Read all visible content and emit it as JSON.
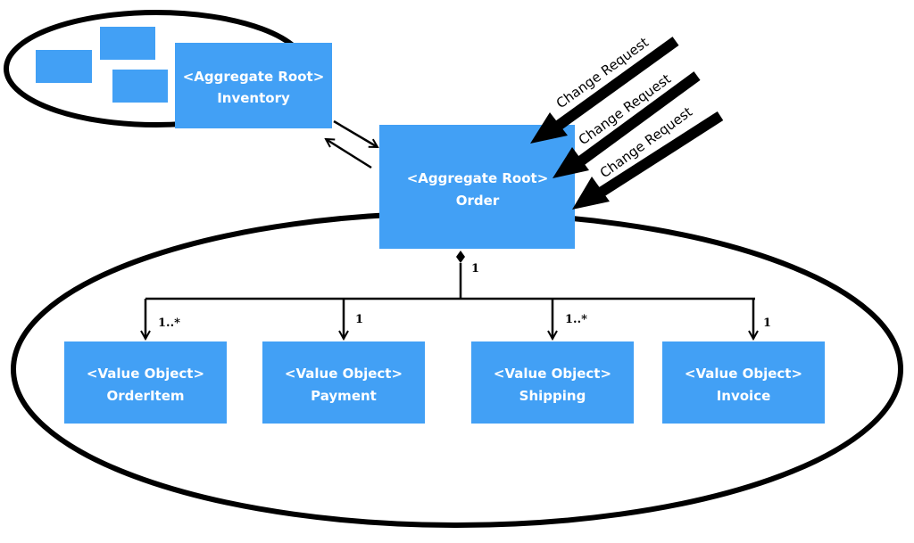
{
  "colors": {
    "box_fill": "#42A0F5",
    "box_text": "#FFFFFF",
    "lines": "#000000",
    "background": "#FFFFFF"
  },
  "inventory": {
    "stereotype": "<Aggregate Root>",
    "name": "Inventory"
  },
  "order": {
    "stereotype": "<Aggregate Root>",
    "name": "Order"
  },
  "change_requests": [
    {
      "label": "Change Request"
    },
    {
      "label": "Change Request"
    },
    {
      "label": "Change Request"
    }
  ],
  "composition": {
    "root_multiplicity": "1",
    "children": [
      {
        "stereotype": "<Value Object>",
        "name": "OrderItem",
        "multiplicity": "1..*"
      },
      {
        "stereotype": "<Value Object>",
        "name": "Payment",
        "multiplicity": "1"
      },
      {
        "stereotype": "<Value Object>",
        "name": "Shipping",
        "multiplicity": "1..*"
      },
      {
        "stereotype": "<Value Object>",
        "name": "Invoice",
        "multiplicity": "1"
      }
    ]
  }
}
